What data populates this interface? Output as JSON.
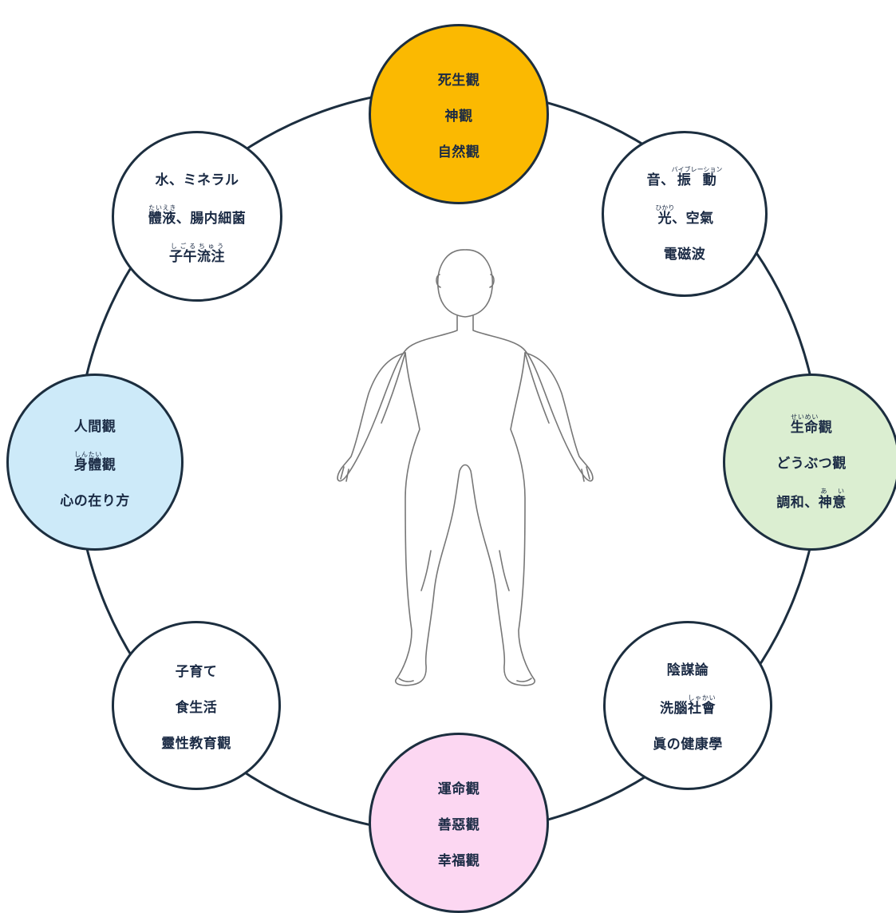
{
  "colors": {
    "ring_stroke": "#1c2e3f",
    "text": "#1a2a44",
    "top_fill": "#fbb901",
    "right_fill": "#dbeed1",
    "bottom_fill": "#fcd7f2",
    "left_fill": "#cdeaf9",
    "plain_fill": "#ffffff",
    "figure_stroke": "#777777"
  },
  "figure": {
    "icon": "human-body-outline-icon"
  },
  "nodes": {
    "top": {
      "lines": [
        [
          {
            "t": "死生觀"
          }
        ],
        [
          {
            "t": "神觀"
          }
        ],
        [
          {
            "t": "自然觀"
          }
        ]
      ]
    },
    "top_right": {
      "lines": [
        [
          {
            "t": "音、"
          },
          {
            "t": "振動",
            "ruby": "バイブレーション"
          }
        ],
        [
          {
            "t": "光",
            "ruby": "ひかり"
          },
          {
            "t": "、空氣"
          }
        ],
        [
          {
            "t": "電磁波"
          }
        ]
      ]
    },
    "right": {
      "lines": [
        [
          {
            "t": "生命",
            "ruby": "せいめい"
          },
          {
            "t": "觀"
          }
        ],
        [
          {
            "t": "どうぶつ觀"
          }
        ],
        [
          {
            "t": "調和、"
          },
          {
            "t": "神意",
            "ruby": "あ い"
          }
        ]
      ]
    },
    "bottom_right": {
      "lines": [
        [
          {
            "t": "陰謀論"
          }
        ],
        [
          {
            "t": "洗腦"
          },
          {
            "t": "社會",
            "ruby": "しゃかい"
          }
        ],
        [
          {
            "t": "眞の健康學"
          }
        ]
      ]
    },
    "bottom": {
      "lines": [
        [
          {
            "t": "運命觀"
          }
        ],
        [
          {
            "t": "善惡觀"
          }
        ],
        [
          {
            "t": "幸福觀"
          }
        ]
      ]
    },
    "bottom_left": {
      "lines": [
        [
          {
            "t": "子育て"
          }
        ],
        [
          {
            "t": "食生活"
          }
        ],
        [
          {
            "t": "靈性教育觀"
          }
        ]
      ]
    },
    "left": {
      "lines": [
        [
          {
            "t": "人間觀"
          }
        ],
        [
          {
            "t": "身體",
            "ruby": "しんたい"
          },
          {
            "t": "觀"
          }
        ],
        [
          {
            "t": "心の在り方"
          }
        ]
      ]
    },
    "top_left": {
      "lines": [
        [
          {
            "t": "水、ミネラル"
          }
        ],
        [
          {
            "t": "體液",
            "ruby": "たいえき"
          },
          {
            "t": "、腸内細菌"
          }
        ],
        [
          {
            "t": "子午流注",
            "ruby": "しごるちゅう"
          }
        ]
      ]
    }
  }
}
